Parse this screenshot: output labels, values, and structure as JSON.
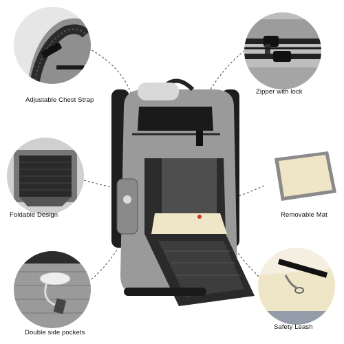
{
  "features": {
    "chest_strap": {
      "label": "Adjustable Chest Strap",
      "icon": "chest-strap-icon"
    },
    "zipper": {
      "label": "Zipper with lock",
      "icon": "zipper-lock-icon"
    },
    "foldable": {
      "label": "Foldable Design",
      "icon": "foldable-design-icon"
    },
    "mat": {
      "label": "Removable Mat",
      "icon": "removable-mat-icon"
    },
    "pockets": {
      "label": "Double side pockets",
      "icon": "side-pocket-icon"
    },
    "leash": {
      "label": "Safety Leash",
      "icon": "safety-leash-icon"
    }
  },
  "colors": {
    "fabric_gray": "#9a9a9a",
    "fabric_dark": "#2b2b2b",
    "mesh_black": "#1a1a1a",
    "mat_cream": "#efe6c8",
    "accent_red": "#c0392b"
  }
}
